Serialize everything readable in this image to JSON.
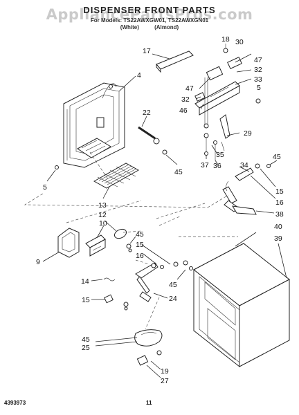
{
  "header": {
    "watermark": "AppliancePartsPros.com",
    "title": "DISPENSER FRONT PARTS",
    "model_line": "For Models: TS22AWXGW01, TS22AWXGN01",
    "color_white": "(White)",
    "color_almond": "(Almond)"
  },
  "footer": {
    "doc_number": "4393973",
    "page_number": "11"
  },
  "callouts": {
    "c17": "17",
    "c18": "18",
    "c30": "30",
    "c47a": "47",
    "c32a": "32",
    "c33": "33",
    "c5a": "5",
    "c47b": "47",
    "c32b": "32",
    "c46": "46",
    "c4": "4",
    "c22": "22",
    "c29": "29",
    "c35": "35",
    "c37": "37",
    "c36": "36",
    "c34": "34",
    "c45a": "45",
    "c15a": "15",
    "c16a": "16",
    "c38": "38",
    "c5b": "5",
    "c45b": "45",
    "c13": "13",
    "c12": "12",
    "c10": "10",
    "c9": "9",
    "c45c": "45",
    "c15b": "15",
    "c16b": "16",
    "c14": "14",
    "c45d": "45",
    "c24": "24",
    "c15c": "15",
    "c40": "40",
    "c39": "39",
    "c45e": "45",
    "c25": "25",
    "c19": "19",
    "c27": "27"
  }
}
